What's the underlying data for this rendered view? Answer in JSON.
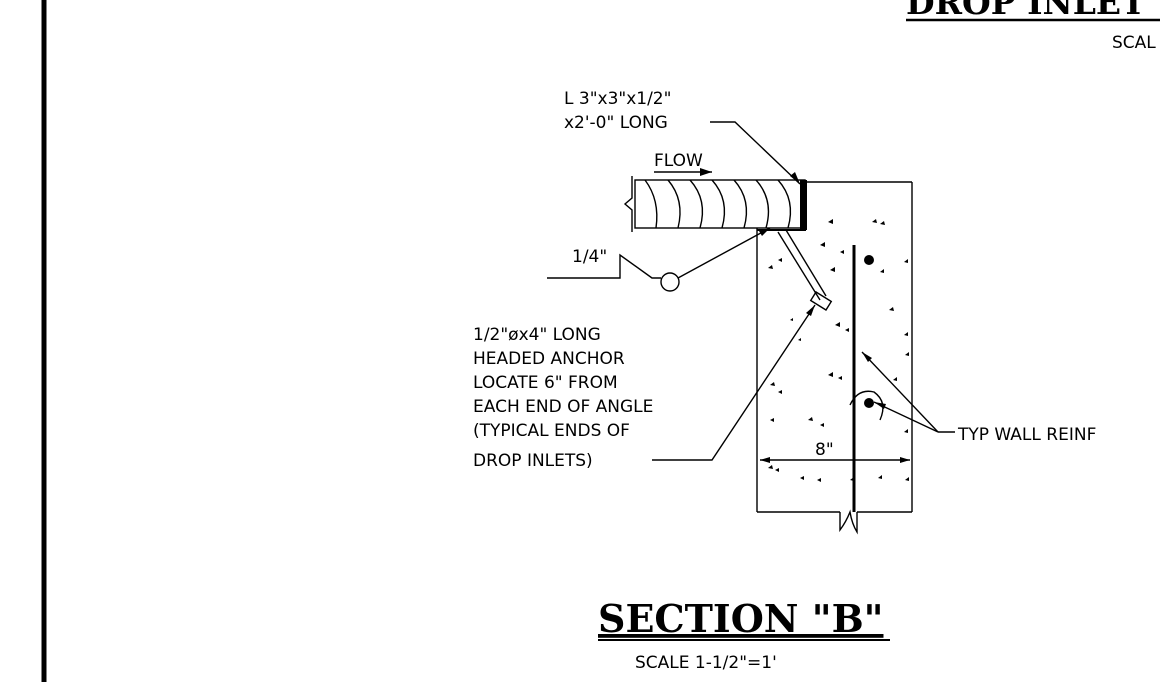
{
  "header": {
    "title_partial": "DROP  INLET",
    "scale_partial": "SCAL"
  },
  "labels": {
    "angle_line1": "L 3\"x3\"x1/2\"",
    "angle_line2": "x2'-0\" LONG",
    "flow": "FLOW",
    "weld": "1/4\"",
    "anchor_line1": "1/2\"øx4\" LONG",
    "anchor_line2": "HEADED ANCHOR",
    "anchor_line3": "LOCATE 6\" FROM",
    "anchor_line4": "EACH END OF ANGLE",
    "anchor_line5": "(TYPICAL ENDS OF",
    "anchor_line6": "DROP INLETS)",
    "wall_reinf": "TYP WALL REINF",
    "wall_width": "8\""
  },
  "section": {
    "title": "SECTION  \"B\"",
    "scale": "SCALE 1-1/2\"=1'"
  }
}
